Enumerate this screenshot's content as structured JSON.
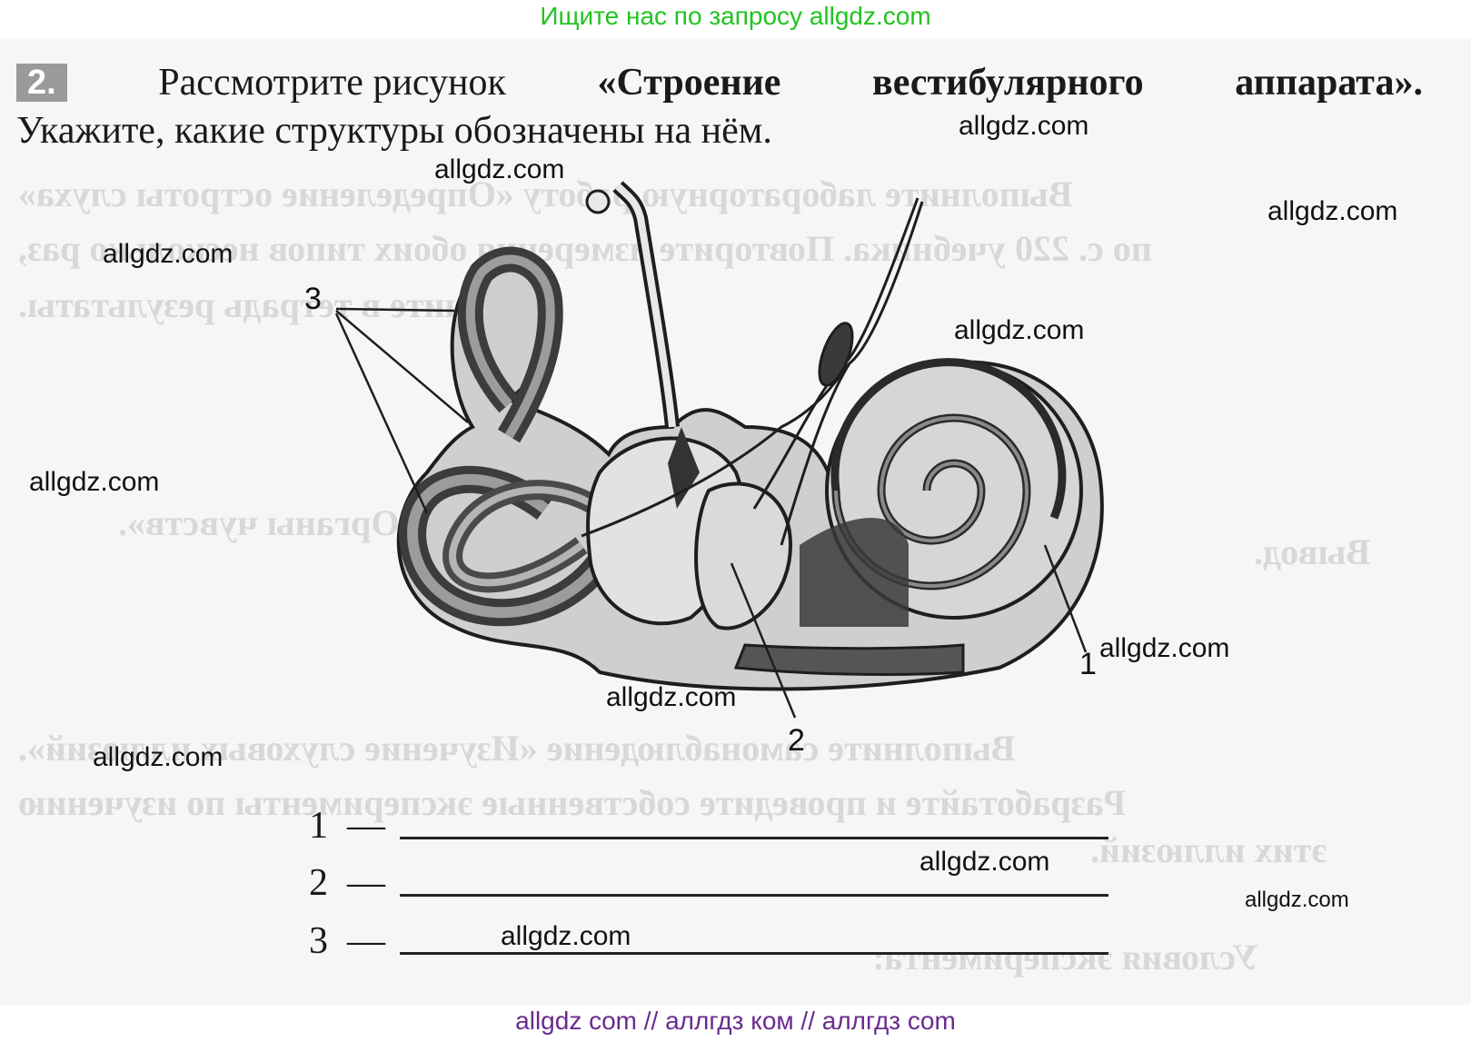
{
  "banner_top": "Ищите нас по запросу allgdz.com",
  "task": {
    "number": "2.",
    "line1_prefix": "Рассмотрите рисунок",
    "title_words": [
      "«Строение",
      "вестибулярного",
      "аппарата»."
    ],
    "line2": "Укажите, какие структуры обозначены на нём."
  },
  "diagram": {
    "labels": {
      "label1": "1",
      "label2": "2",
      "label3": "3"
    }
  },
  "answers": [
    {
      "num": "1",
      "dash": "—",
      "value": ""
    },
    {
      "num": "2",
      "dash": "—",
      "value": ""
    },
    {
      "num": "3",
      "dash": "—",
      "value": ""
    }
  ],
  "watermarks": {
    "text": "allgdz.com"
  },
  "ghost": [
    "Выполните лабораторную работу «Определение остроты слуха»",
    "по с. 220 учебника. Повторите измерения обоих типов несколько раз,",
    "запишите в тетрадь результаты.",
    "Заполните таблицу «Органы чувств».",
    "Вывод.",
    "Выполните самонаблюдение «Изучение слуховых иллюзий».",
    "Разработайте и проведите собственные эксперименты по изучению",
    "этих иллюзий.",
    "Условия эксперимента:"
  ],
  "banner_bottom": "allgdz com  //  аллгдз ком  //  аллгдз com",
  "colors": {
    "banner_top": "#22c322",
    "banner_bottom": "#6a2b8f"
  }
}
